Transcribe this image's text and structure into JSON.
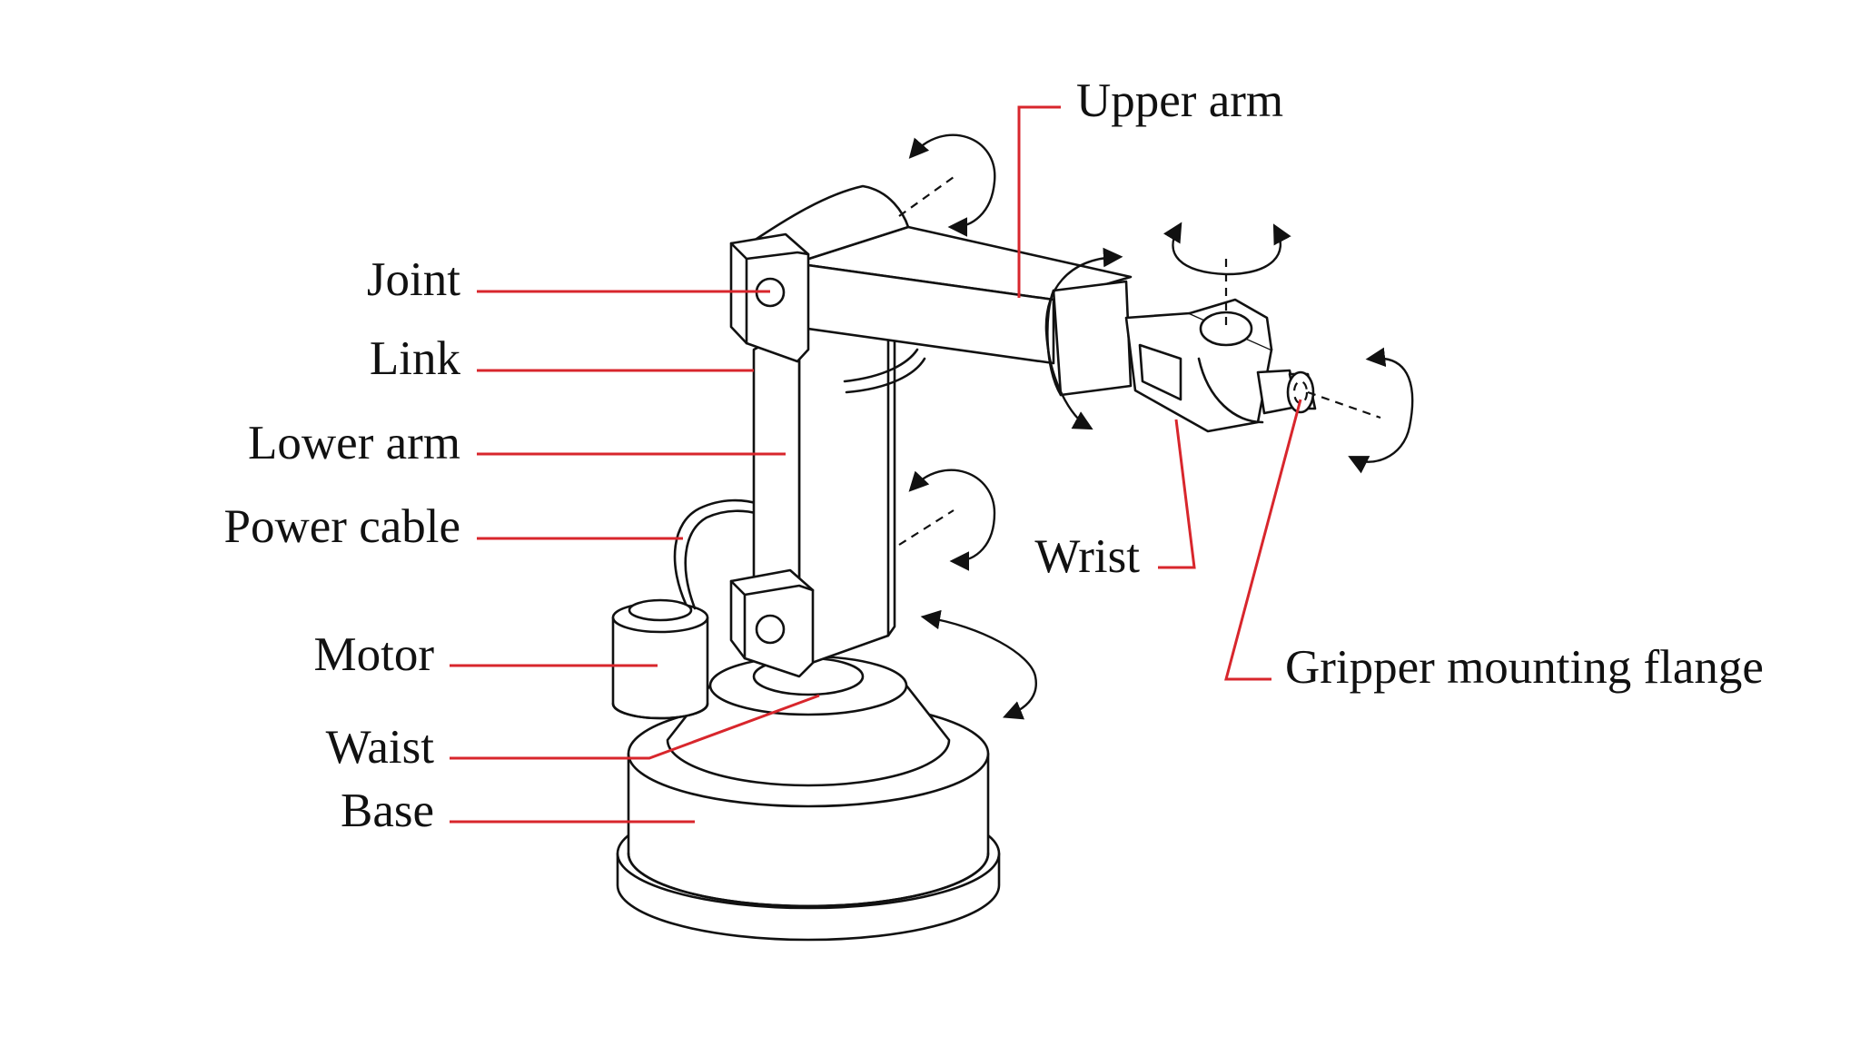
{
  "diagram": {
    "colors": {
      "line": "#111111",
      "leader": "#d8262c",
      "background": "#ffffff"
    },
    "labels": {
      "upper_arm": "Upper arm",
      "joint": "Joint",
      "link": "Link",
      "lower_arm": "Lower arm",
      "power_cable": "Power cable",
      "motor": "Motor",
      "waist": "Waist",
      "base": "Base",
      "wrist": "Wrist",
      "gripper_mounting_flange": "Gripper mounting flange"
    }
  }
}
